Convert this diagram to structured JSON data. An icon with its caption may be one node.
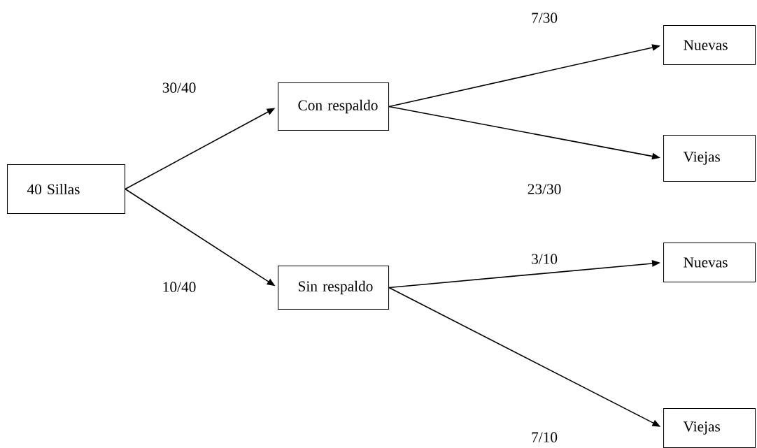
{
  "diagram": {
    "nodes": [
      {
        "text": [
          "40 Sillas"
        ]
      },
      {
        "text": [
          "Con respaldo"
        ]
      },
      {
        "text": [
          "Sin respaldo"
        ]
      },
      {
        "text": [
          "Nuevas"
        ]
      },
      {
        "text": [
          "Viejas"
        ]
      },
      {
        "text": [
          "Nuevas"
        ]
      },
      {
        "text": [
          "Viejas"
        ]
      }
    ],
    "edges": [
      {
        "from": 0,
        "to": 1,
        "arrow": "to",
        "label": "30/40"
      },
      {
        "from": 0,
        "to": 2,
        "arrow": "to",
        "label": "10/40"
      },
      {
        "from": 1,
        "to": 3,
        "arrow": "to",
        "label": "7/30"
      },
      {
        "from": 1,
        "to": 4,
        "arrow": "to",
        "label": "23/30"
      },
      {
        "from": 2,
        "to": 5,
        "arrow": "to",
        "label": "3/10"
      },
      {
        "from": 2,
        "to": 6,
        "arrow": "to",
        "label": "7/10"
      }
    ]
  }
}
